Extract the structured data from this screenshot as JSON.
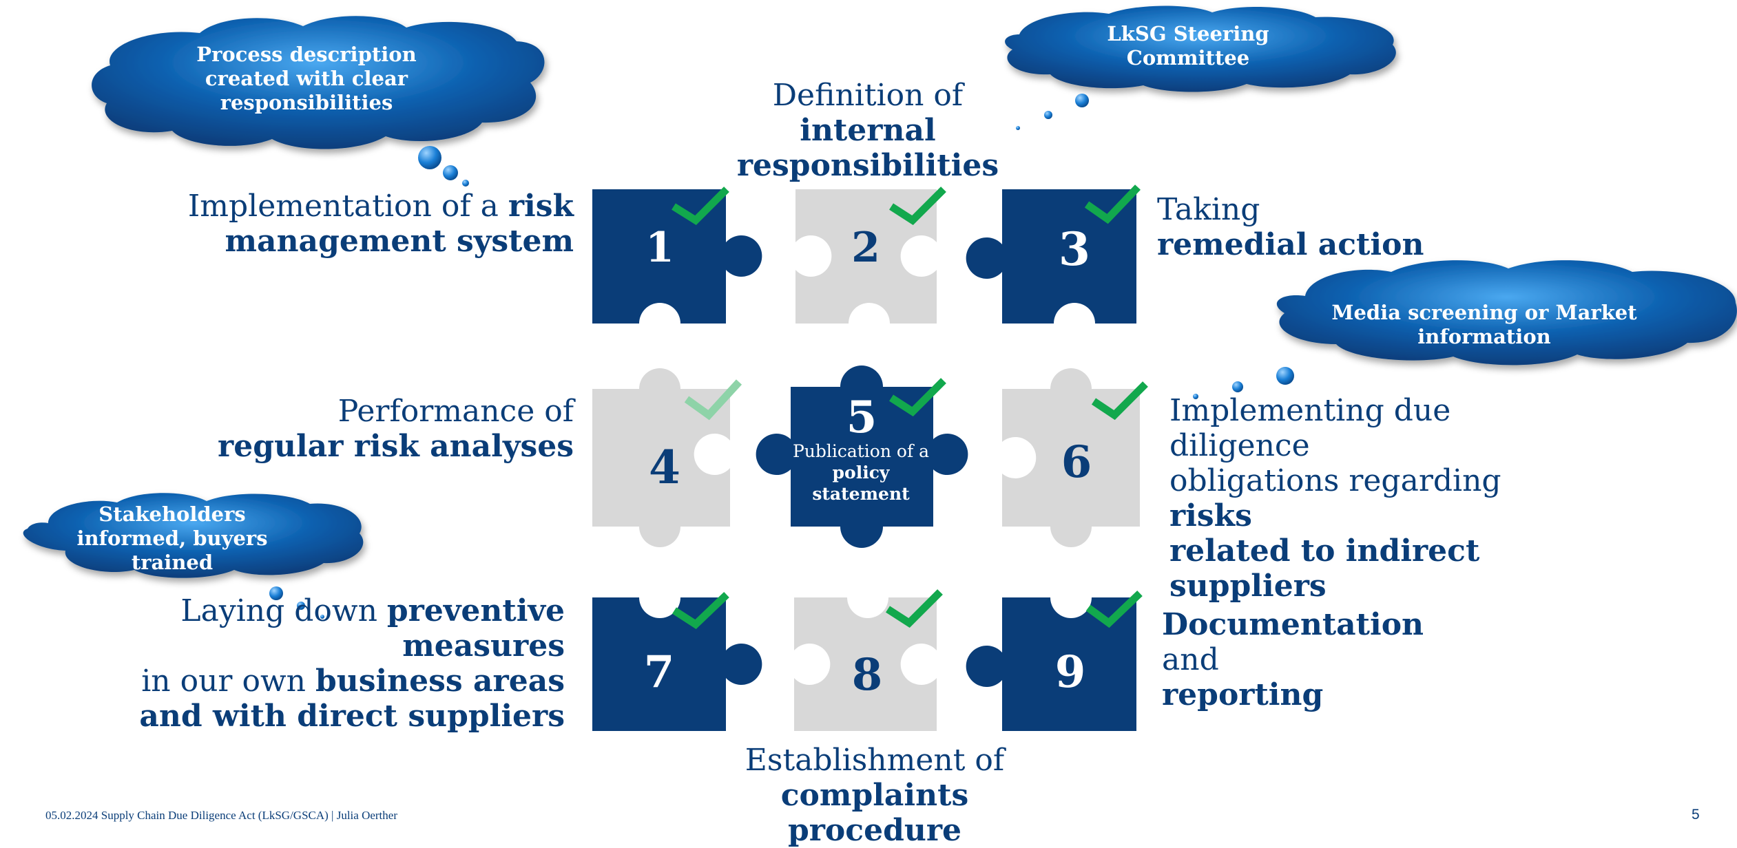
{
  "colors": {
    "navy": "#0a3d78",
    "grey": "#d8d8d8",
    "check": "#12a84d",
    "check_faded": "#8ed3a8",
    "cloud": "#0b5fae",
    "cloud_light": "#3d9be6"
  },
  "pieces": [
    {
      "number": "1",
      "color": "navy",
      "check": "check-icon"
    },
    {
      "number": "2",
      "color": "grey",
      "check": "check-icon"
    },
    {
      "number": "3",
      "color": "navy",
      "check": "check-icon"
    },
    {
      "number": "4",
      "color": "grey",
      "check": "check-icon-faded"
    },
    {
      "number": "5",
      "color": "navy",
      "check": "check-icon",
      "caption": [
        "Publication of a",
        "policy",
        "statement"
      ]
    },
    {
      "number": "6",
      "color": "grey",
      "check": "check-icon"
    },
    {
      "number": "7",
      "color": "navy",
      "check": "check-icon"
    },
    {
      "number": "8",
      "color": "grey",
      "check": "check-icon"
    },
    {
      "number": "9",
      "color": "navy",
      "check": "check-icon"
    }
  ],
  "labels": {
    "step1": {
      "plain": "Implementation of a ",
      "bold1": "risk",
      "bold2": "management system"
    },
    "step2": {
      "plain": "Definition of",
      "bold1": "internal",
      "bold2": "responsibilities"
    },
    "step3": {
      "plain": "Taking",
      "bold": "remedial action"
    },
    "step4": {
      "plain": "Performance of",
      "bold": "regular risk analyses"
    },
    "step6": {
      "line1": "Implementing due diligence",
      "line2_plain": "obligations regarding ",
      "line2_bold": "risks",
      "line3": "related to indirect",
      "line4": "suppliers"
    },
    "step7": {
      "line1_plain": "Laying down ",
      "line1_bold": "preventive measures",
      "line2_plain": "in our own ",
      "line2_bold": "business areas",
      "line3": "and with direct suppliers"
    },
    "step8": {
      "plain": "Establishment of",
      "bold1": "complaints",
      "bold2": "procedure"
    },
    "step9": {
      "bold": "Documentation",
      "plain": " and",
      "bold2": "reporting"
    }
  },
  "clouds": {
    "process": [
      "Process description",
      "created with clear",
      "responsibilities"
    ],
    "steering": [
      "LkSG Steering",
      "Committee"
    ],
    "media": [
      "Media screening or Market",
      "information"
    ],
    "stakeholders": [
      "Stakeholders",
      "informed, buyers",
      "trained"
    ]
  },
  "footer": {
    "text": "05.02.2024  Supply Chain Due Diligence Act (LkSG/GSCA) | Julia Oerther",
    "page": "5"
  }
}
